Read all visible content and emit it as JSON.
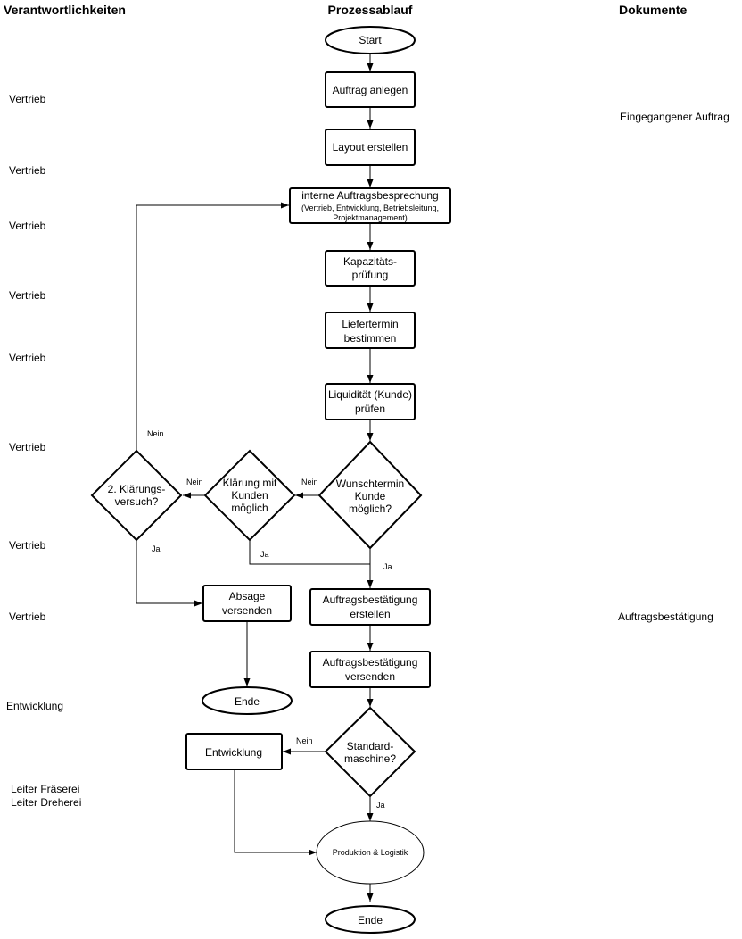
{
  "headers": {
    "responsibilities": "Verantwortlichkeiten",
    "process": "Prozessablauf",
    "documents": "Dokumente"
  },
  "responsibilities": [
    "Vertrieb",
    "Vertrieb",
    "Vertrieb",
    "Vertrieb",
    "Vertrieb",
    "Vertrieb",
    "Vertrieb",
    "Vertrieb",
    "Entwicklung",
    "Leiter Fräserei",
    "Leiter Dreherei"
  ],
  "documents": [
    "Eingegangener Auftrag",
    "Auftragsbestätigung"
  ],
  "nodes": {
    "start": "Start",
    "auftrag_anlegen": "Auftrag anlegen",
    "layout_erstellen": "Layout erstellen",
    "besprechung_title": "interne Auftragsbesprechung",
    "besprechung_sub1": "(Vertrieb, Entwicklung, Betriebsleitung,",
    "besprechung_sub2": "Projektmanagement)",
    "kapazitaet_1": "Kapazitäts-",
    "kapazitaet_2": "prüfung",
    "liefertermin_1": "Liefertermin",
    "liefertermin_2": "bestimmen",
    "liquiditaet_1": "Liquidität (Kunde)",
    "liquiditaet_2": "prüfen",
    "wunsch_1": "Wunschtermin",
    "wunsch_2": "Kunde",
    "wunsch_3": "möglich?",
    "klaerung_1": "Klärung mit",
    "klaerung_2": "Kunden",
    "klaerung_3": "möglich",
    "versuch_1": "2. Klärungs-",
    "versuch_2": "versuch?",
    "absage_1": "Absage",
    "absage_2": "versenden",
    "ende_1": "Ende",
    "ab_erstellen_1": "Auftragsbestätigung",
    "ab_erstellen_2": "erstellen",
    "ab_versenden_1": "Auftragsbestätigung",
    "ab_versenden_2": "versenden",
    "standard_1": "Standard-",
    "standard_2": "maschine?",
    "entwicklung": "Entwicklung",
    "produktion": "Produktion & Logistik",
    "ende_2": "Ende"
  },
  "edge_labels": {
    "nein_versuch": "Nein",
    "nein_klaerung": "Nein",
    "nein_wunsch": "Nein",
    "ja_versuch": "Ja",
    "ja_klaerung": "Ja",
    "ja_wunsch": "Ja",
    "nein_standard": "Nein",
    "ja_standard": "Ja"
  }
}
